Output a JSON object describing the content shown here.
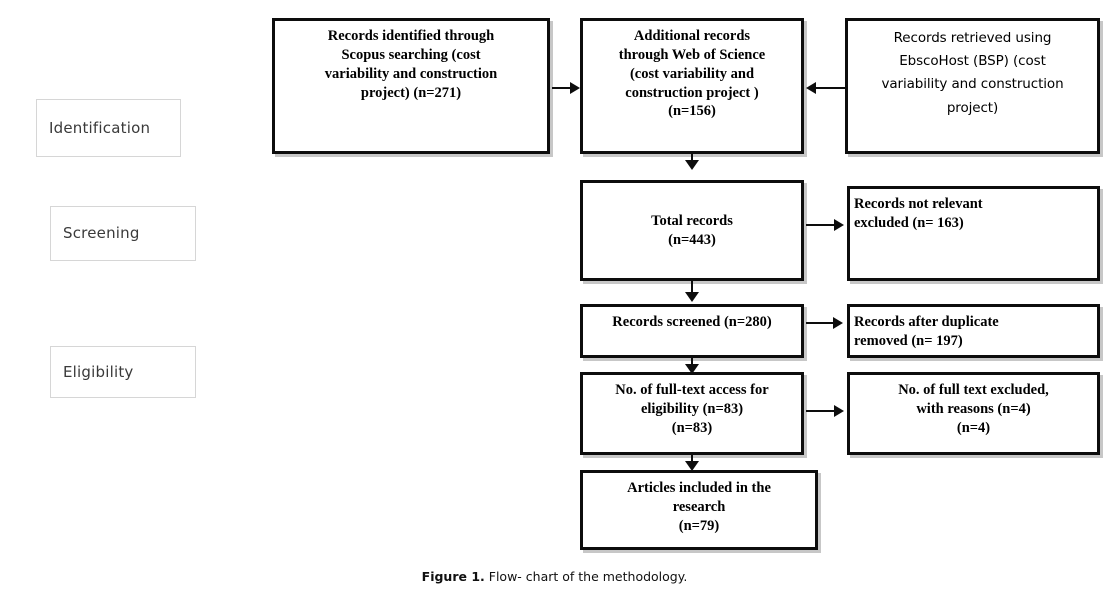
{
  "figure": {
    "caption_label": "Figure 1.",
    "caption_text": " Flow- chart of the methodology."
  },
  "stages": [
    {
      "name": "identification",
      "label": "Identification"
    },
    {
      "name": "screening",
      "label": "Screening"
    },
    {
      "name": "eligibility",
      "label": "Eligibility"
    }
  ],
  "boxes": {
    "scopus": {
      "text": "Records identified through\nScopus searching (cost\nvariability and construction\nproject) (n=271)",
      "count": 271,
      "source": "Scopus"
    },
    "web_of_science": {
      "text": "Additional records\nthrough Web of Science\n(cost variability and\nconstruction project )\n(n=156)",
      "count": 156,
      "source": "Web of Science"
    },
    "ebscohost": {
      "text": "Records retrieved using\nEbscoHost (BSP) (cost\nvariability and construction\nproject)",
      "count": null,
      "source": "EbscoHost (BSP)"
    },
    "total_records": {
      "text": "Total records\n(n=443)",
      "count": 443
    },
    "not_relevant": {
      "text": "Records not relevant\nexcluded (n= 163)",
      "count": 163
    },
    "screened": {
      "text": "Records screened (n=280)",
      "count": 280
    },
    "after_duplicate": {
      "text": "Records after duplicate\nremoved (n= 197)",
      "count": 197
    },
    "full_text_access": {
      "text": "No. of full-text access for\neligibility (n=83)\n(n=83)",
      "count": 83
    },
    "full_text_excluded": {
      "text": "No. of full text excluded,\nwith reasons (n=4)\n(n=4)",
      "count": 4
    },
    "included": {
      "text": "Articles included in the\nresearch\n(n=79)",
      "count": 79
    }
  },
  "arrows": [
    {
      "name": "scopus-to-wos",
      "direction": "right"
    },
    {
      "name": "ebscohost-to-wos",
      "direction": "left"
    },
    {
      "name": "wos-to-total",
      "direction": "down"
    },
    {
      "name": "total-to-not-relevant",
      "direction": "right"
    },
    {
      "name": "total-to-screened",
      "direction": "down"
    },
    {
      "name": "screened-to-after-duplicate",
      "direction": "right"
    },
    {
      "name": "screened-to-full-text-access",
      "direction": "down"
    },
    {
      "name": "access-to-excluded",
      "direction": "right"
    },
    {
      "name": "access-to-included",
      "direction": "down"
    }
  ],
  "colors": {
    "box_border": "#0d0d0d",
    "box_fill": "#ffffff",
    "stage_border": "#d6d6d6",
    "stage_text": "#3a3a3a",
    "arrow": "#0d0d0d",
    "caption_text": "#111111"
  }
}
